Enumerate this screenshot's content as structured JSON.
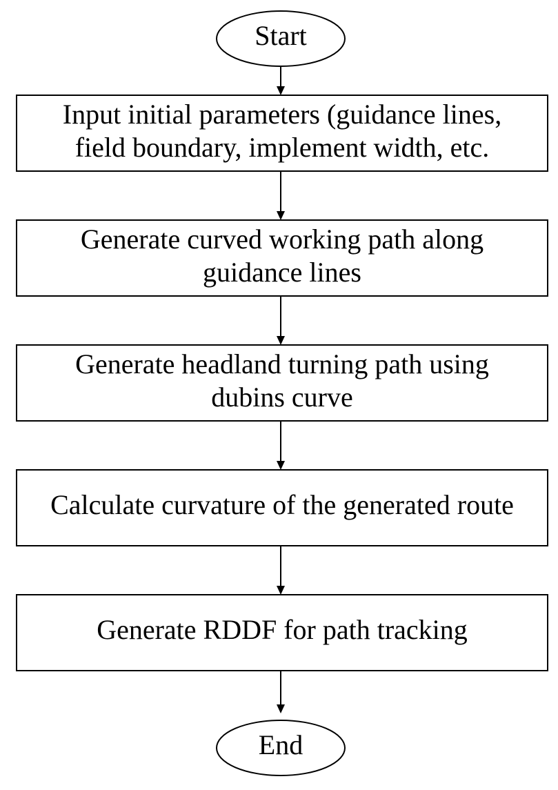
{
  "diagram": {
    "start": {
      "label": "Start"
    },
    "steps": [
      {
        "lines": [
          "Input initial parameters (guidance lines,",
          "field boundary, implement width, etc."
        ]
      },
      {
        "lines": [
          "Generate curved working path along",
          "guidance lines"
        ]
      },
      {
        "lines": [
          "Generate headland turning path using",
          "dubins curve"
        ]
      },
      {
        "lines": [
          "Calculate curvature of the generated route"
        ]
      },
      {
        "lines": [
          "Generate RDDF for path tracking"
        ]
      }
    ],
    "end": {
      "label": "End"
    }
  }
}
